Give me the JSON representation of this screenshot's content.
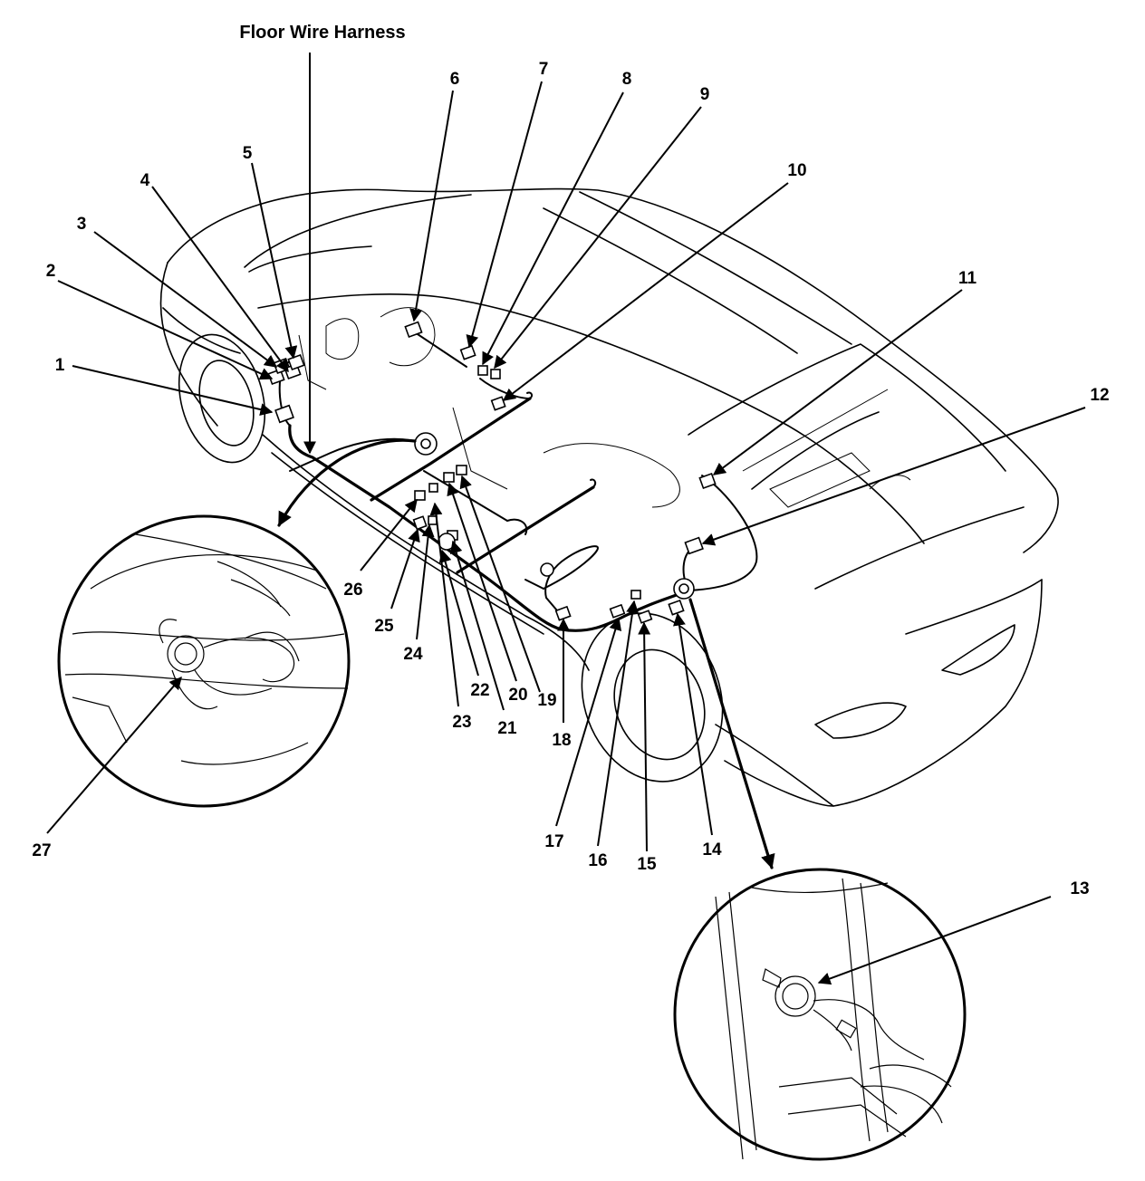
{
  "title": "Floor Wire Harness",
  "callouts": [
    "1",
    "2",
    "3",
    "4",
    "5",
    "6",
    "7",
    "8",
    "9",
    "10",
    "11",
    "12",
    "13",
    "14",
    "15",
    "16",
    "17",
    "18",
    "19",
    "20",
    "21",
    "22",
    "23",
    "24",
    "25",
    "26",
    "27"
  ]
}
